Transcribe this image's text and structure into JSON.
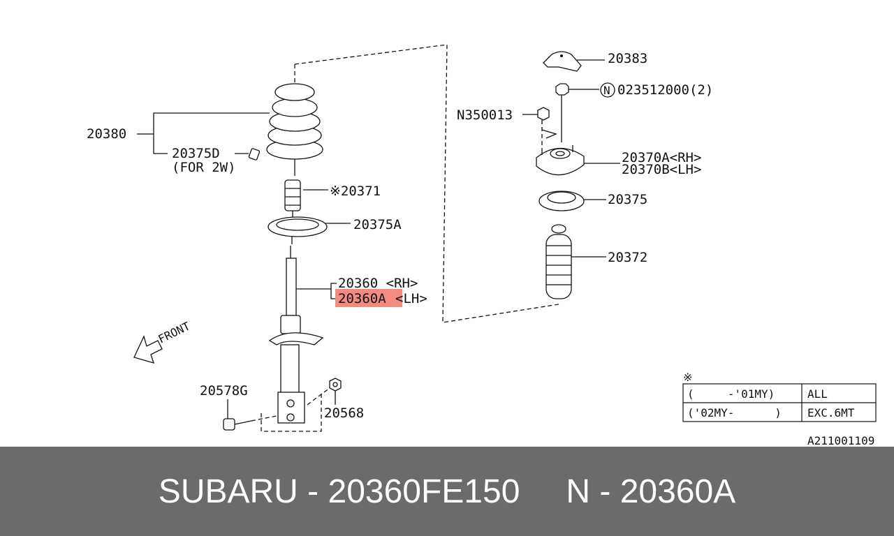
{
  "diagram": {
    "labels": {
      "coil_spring": "20380",
      "spring_cap": "20375D",
      "spring_cap_note": "(FOR 2W)",
      "bump_stop": "※20371",
      "lower_seat": "20375A",
      "strut_rh": "20360 <RH>",
      "strut_lh_code": "20360A",
      "strut_lh_side": "<LH>",
      "bolt": "20578G",
      "nut_lower": "20568",
      "cap": "20383",
      "nut_top_code": "023512000(2)",
      "nut_top_circle": "N",
      "nut_side": "N350013",
      "mount_rh": "20370A<RH>",
      "mount_lh": "20370B<LH>",
      "upper_seat": "20375",
      "boot": "20372",
      "front_arrow": "FRONT"
    },
    "note_table": {
      "mark": "※",
      "rows": [
        {
          "range": "(     -'01MY)",
          "applies": "ALL"
        },
        {
          "range": "('02MY-      )",
          "applies": "EXC.6MT"
        }
      ]
    },
    "figure_code": "A211001109",
    "highlight_color": "#f28b82"
  },
  "footer": {
    "brand_part": "SUBARU - 20360FE150",
    "ref": "N - 20360A",
    "background": "#6b6b6b"
  }
}
